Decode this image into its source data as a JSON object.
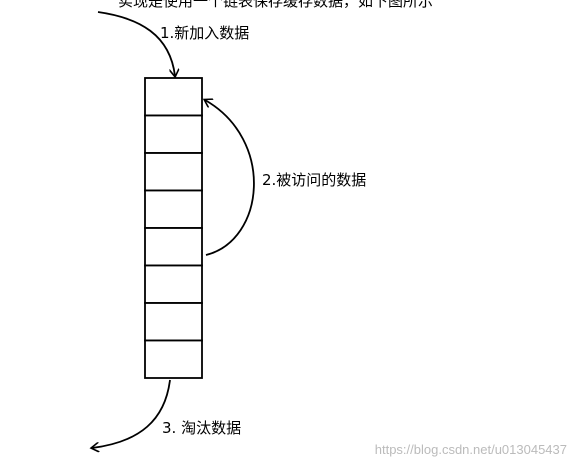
{
  "top_partial_text": "实现是使用一个链表保存缓存数据，如下图所示",
  "labels": {
    "step1": "1.新加入数据",
    "step2": "2.被访问的数据",
    "step3": "3. 淘汰数据"
  },
  "watermark": "https://blog.csdn.net/u013045437",
  "stack": {
    "cell_count": 8
  }
}
